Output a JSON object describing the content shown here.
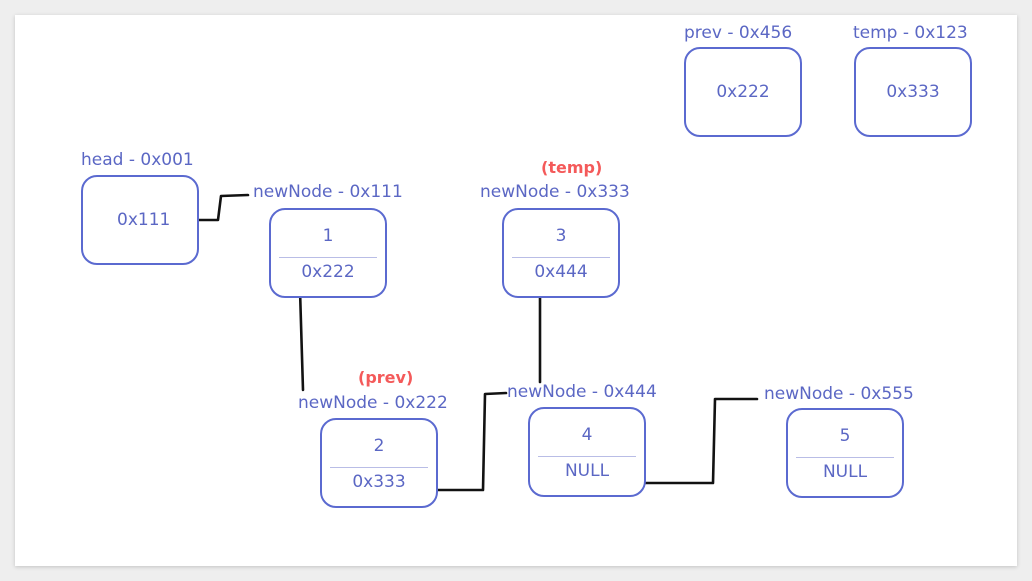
{
  "head": {
    "label": "head - 0x001",
    "value": "0x111"
  },
  "prev_var": {
    "label": "prev - 0x456",
    "value": "0x222"
  },
  "temp_var": {
    "label": "temp - 0x123",
    "value": "0x333"
  },
  "nodes": [
    {
      "label": "newNode - 0x111",
      "data": "1",
      "next": "0x222"
    },
    {
      "label": "newNode - 0x222",
      "data": "2",
      "next": "0x333",
      "tag": "(prev)"
    },
    {
      "label": "newNode - 0x333",
      "data": "3",
      "next": "0x444",
      "tag": "(temp)"
    },
    {
      "label": "newNode - 0x444",
      "data": "4",
      "next": "NULL"
    },
    {
      "label": "newNode - 0x555",
      "data": "5",
      "next": "NULL"
    }
  ],
  "colors": {
    "accent": "#5b6ad0",
    "label_text": "#5b67c4",
    "tag": "#f45a5a",
    "wire": "#121212"
  }
}
